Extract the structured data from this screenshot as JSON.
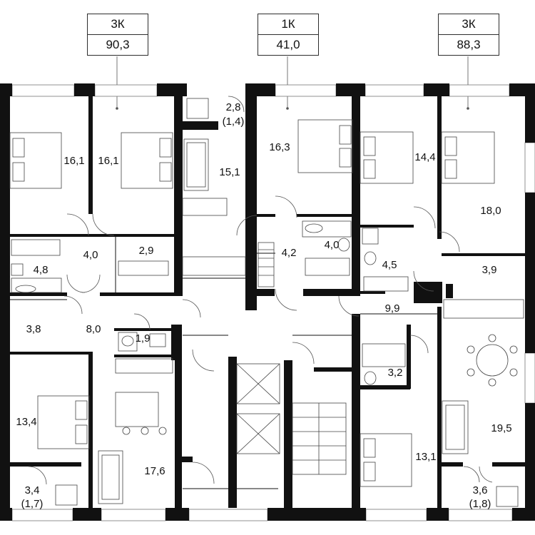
{
  "apartments": [
    {
      "type": "3К",
      "area": "90,3"
    },
    {
      "type": "1К",
      "area": "41,0"
    },
    {
      "type": "3К",
      "area": "88,3"
    }
  ],
  "rooms": [
    {
      "id": "r1",
      "area": "16,1"
    },
    {
      "id": "r2",
      "area": "16,1"
    },
    {
      "id": "r3",
      "area": "2,8"
    },
    {
      "id": "r3b",
      "area": "(1,4)"
    },
    {
      "id": "r4",
      "area": "15,1"
    },
    {
      "id": "r5",
      "area": "16,3"
    },
    {
      "id": "r6",
      "area": "14,4"
    },
    {
      "id": "r7",
      "area": "18,0"
    },
    {
      "id": "r8",
      "area": "4,0"
    },
    {
      "id": "r9",
      "area": "2,9"
    },
    {
      "id": "r10",
      "area": "4,8"
    },
    {
      "id": "r11",
      "area": "4,2"
    },
    {
      "id": "r12",
      "area": "4,0"
    },
    {
      "id": "r13",
      "area": "4,5"
    },
    {
      "id": "r14",
      "area": "3,9"
    },
    {
      "id": "r15",
      "area": "9,9"
    },
    {
      "id": "r16",
      "area": "3,8"
    },
    {
      "id": "r17",
      "area": "8,0"
    },
    {
      "id": "r18",
      "area": "1,9"
    },
    {
      "id": "r19",
      "area": "3,2"
    },
    {
      "id": "r20",
      "area": "13,4"
    },
    {
      "id": "r21",
      "area": "19,5"
    },
    {
      "id": "r22",
      "area": "13,1"
    },
    {
      "id": "r23",
      "area": "17,6"
    },
    {
      "id": "r24",
      "area": "3,4"
    },
    {
      "id": "r24b",
      "area": "(1,7)"
    },
    {
      "id": "r25",
      "area": "3,6"
    },
    {
      "id": "r25b",
      "area": "(1,8)"
    }
  ]
}
